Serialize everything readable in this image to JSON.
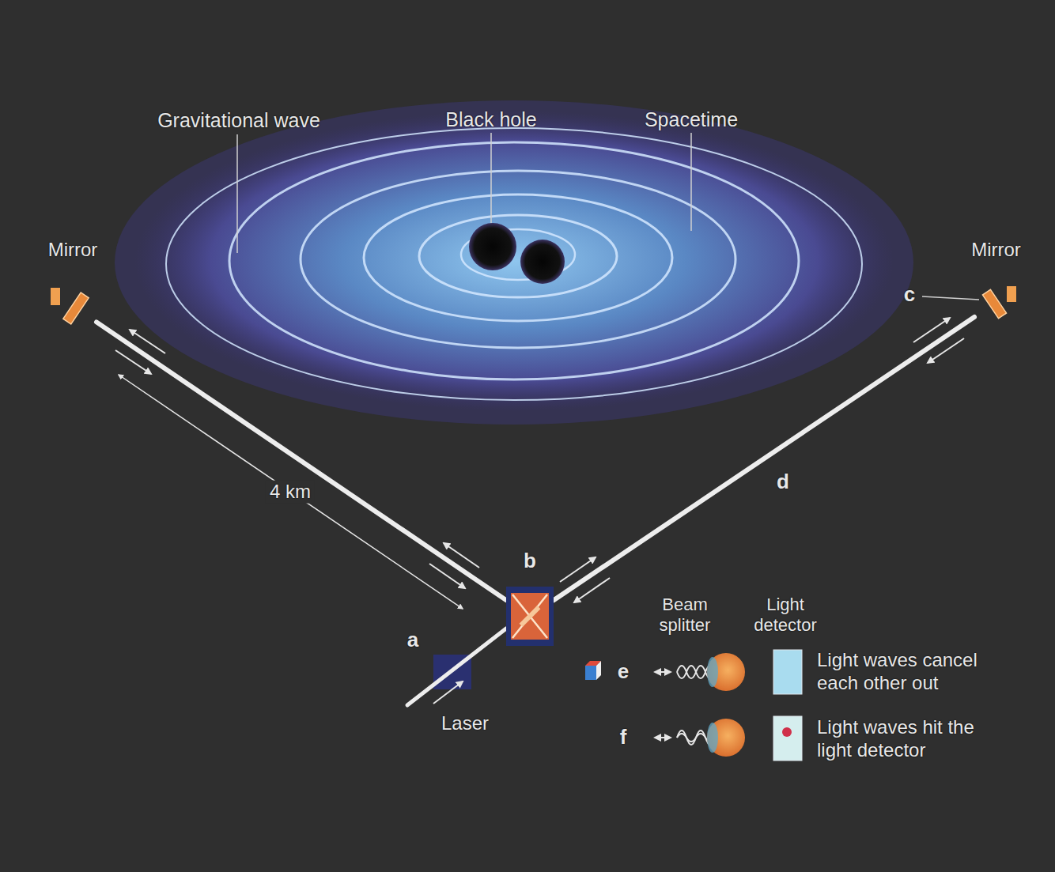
{
  "diagram": {
    "nodes": [
      {
        "text": [
          "Mirror"
        ]
      },
      {
        "text": [
          "Mirror"
        ]
      },
      {
        "text": [
          "b"
        ]
      }
    ],
    "edges": [
      {
        "from": 2,
        "to": 0,
        "arrow": "none"
      },
      {
        "from": 2,
        "to": 1,
        "arrow": "none"
      }
    ],
    "labels": [
      "Gravitational wave",
      "Black hole",
      "Spacetime",
      "c",
      "4 km",
      "d",
      "a",
      "Laser",
      "Beam splitter",
      "Light detector",
      "e",
      "f",
      "Light waves cancel each other out",
      "Light waves hit the light detector"
    ]
  }
}
